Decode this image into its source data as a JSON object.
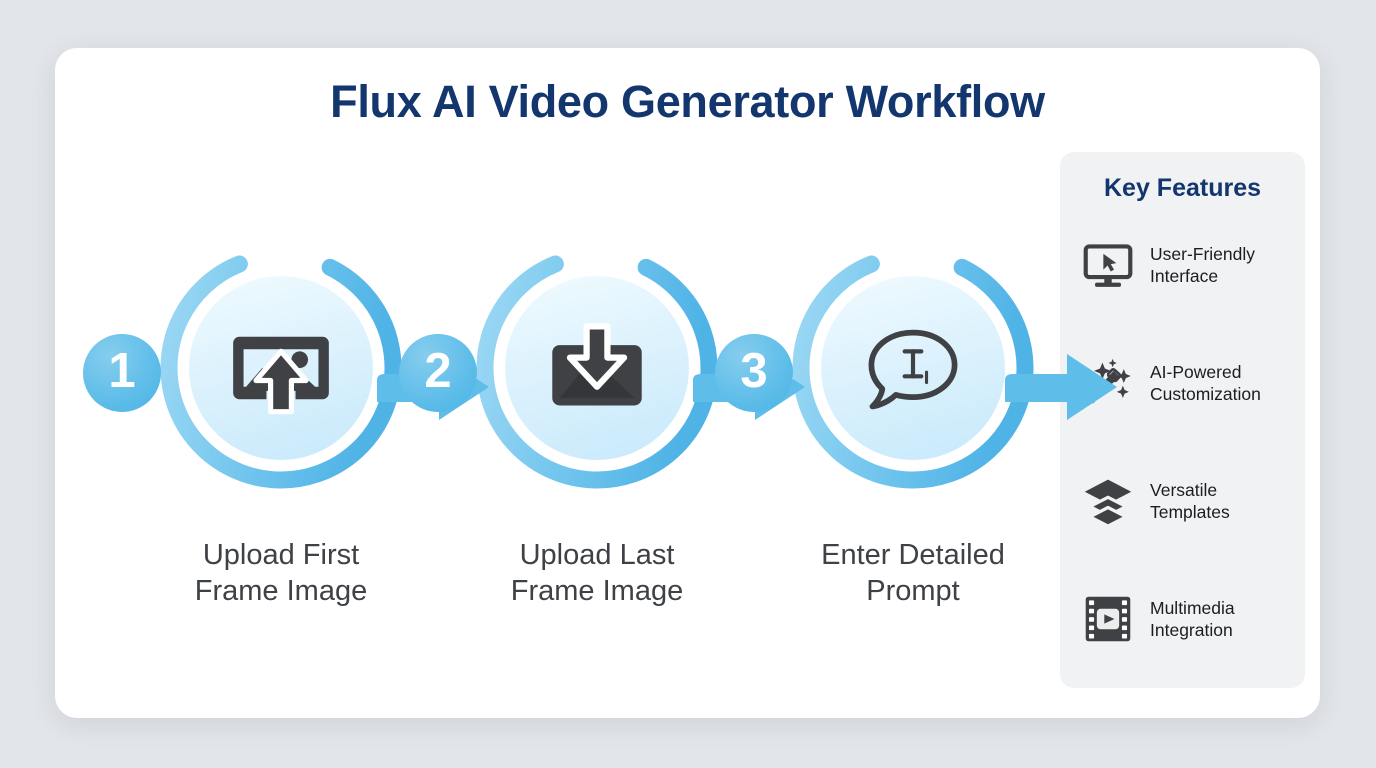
{
  "page": {
    "background_color": "#e2e5e9",
    "card_color": "#ffffff",
    "accent_blue": "#7ecdf0",
    "badge_blue": "#5ebde9",
    "title_color": "#13366e",
    "icon_gray": "#3f4145"
  },
  "header": {
    "title": "Flux AI Video Generator Workflow"
  },
  "workflow": {
    "steps": [
      {
        "number": "1",
        "label": "Upload First\nFrame Image",
        "label_line1": "Upload First",
        "label_line2": "Frame Image",
        "icon": "image-upload-icon"
      },
      {
        "number": "2",
        "label": "Upload Last\nFrame Image",
        "label_line1": "Upload Last",
        "label_line2": "Frame Image",
        "icon": "image-download-icon"
      },
      {
        "number": "3",
        "label": "Enter Detailed\nPrompt",
        "label_line1": "Enter Detailed",
        "label_line2": "Prompt",
        "icon": "speech-bubble-text-cursor-icon"
      }
    ],
    "connectors": [
      {
        "name": "arrow-step1-to-step2",
        "icon": "arrow-right-icon"
      },
      {
        "name": "arrow-step2-to-step3",
        "icon": "arrow-right-icon"
      },
      {
        "name": "arrow-step3-to-output",
        "icon": "arrow-right-icon"
      }
    ]
  },
  "features": {
    "title": "Key Features",
    "items": [
      {
        "line1": "User-Friendly",
        "line2": "Interface",
        "icon": "monitor-cursor-icon"
      },
      {
        "line1": "AI-Powered",
        "line2": "Customization",
        "icon": "magic-wand-sparkles-icon"
      },
      {
        "line1": "Versatile",
        "line2": "Templates",
        "icon": "layers-stack-icon"
      },
      {
        "line1": "Multimedia",
        "line2": "Integration",
        "icon": "film-strip-play-icon"
      }
    ]
  }
}
